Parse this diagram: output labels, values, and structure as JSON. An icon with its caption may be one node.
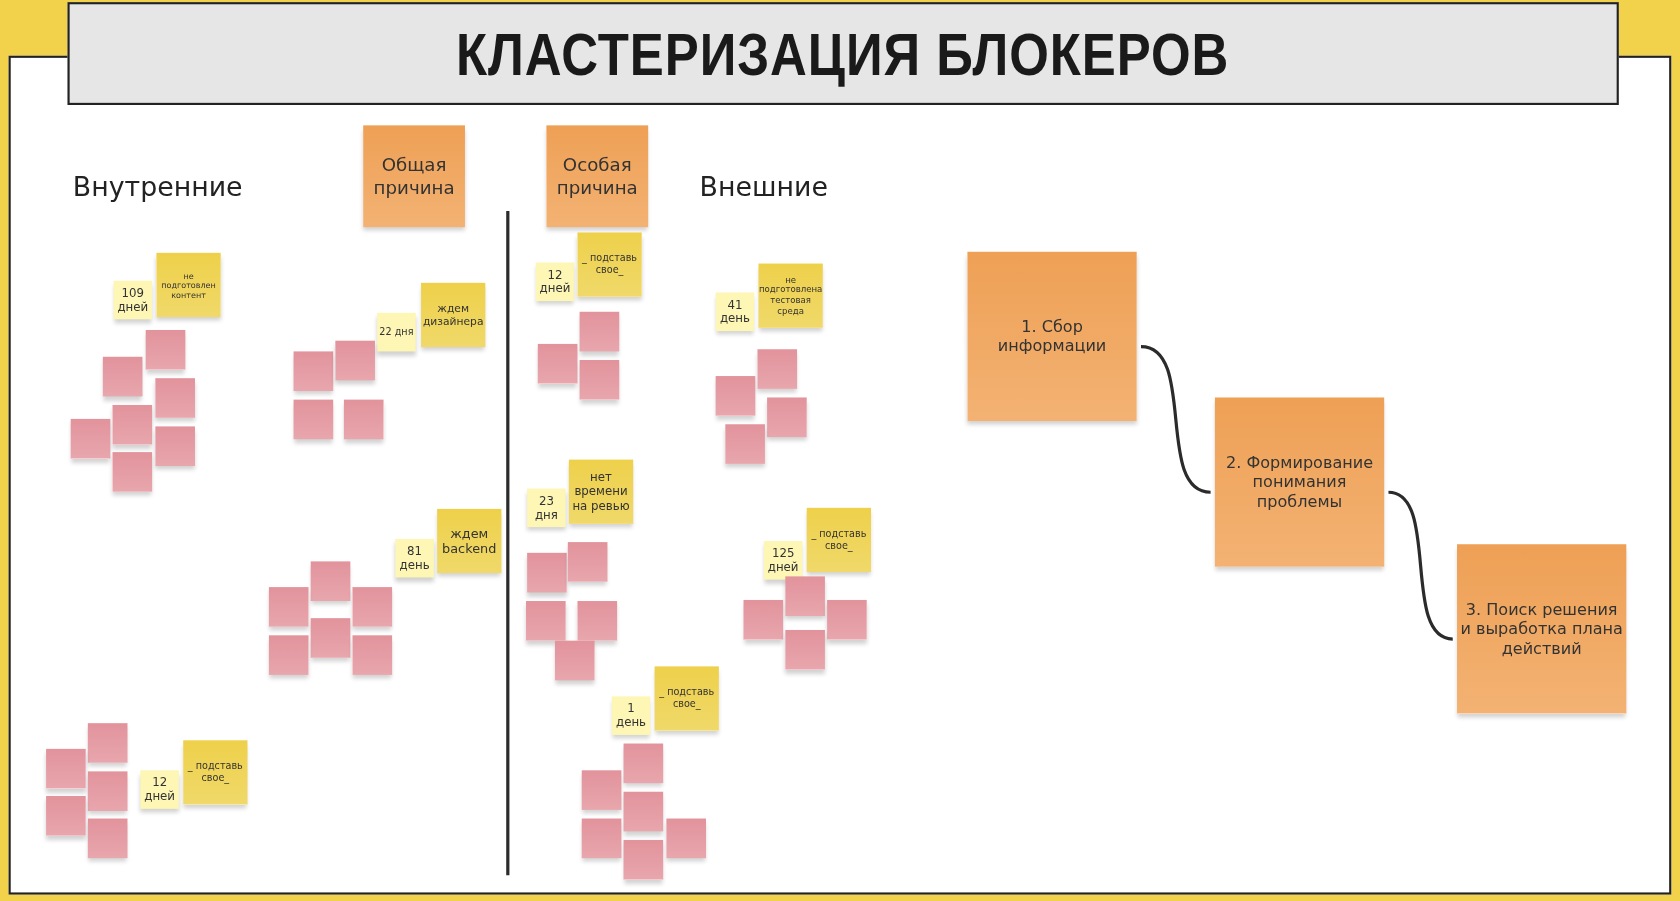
{
  "diagram": {
    "title": "КЛАСТЕРИЗАЦИЯ БЛОКЕРОВ",
    "nodes": [
      {
        "text": [
          "Общая причина"
        ]
      },
      {
        "text": [
          "Особая причина"
        ]
      },
      {
        "text": [
          "109 дней"
        ]
      },
      {
        "text": [
          "не подготовлен контент"
        ]
      },
      {
        "text": [],
        "shape": "box"
      },
      {
        "text": [],
        "shape": "box"
      },
      {
        "text": [],
        "shape": "box"
      },
      {
        "text": [],
        "shape": "box"
      },
      {
        "text": [],
        "shape": "box"
      },
      {
        "text": [],
        "shape": "box"
      },
      {
        "text": [],
        "shape": "box"
      },
      {
        "text": [
          "22 дня"
        ]
      },
      {
        "text": [
          "ждем дизайнера"
        ]
      },
      {
        "text": [],
        "shape": "box"
      },
      {
        "text": [],
        "shape": "box"
      },
      {
        "text": [],
        "shape": "box"
      },
      {
        "text": [],
        "shape": "box"
      },
      {
        "text": [
          "81 день"
        ]
      },
      {
        "text": [
          "ждем backend"
        ]
      },
      {
        "text": [],
        "shape": "box"
      },
      {
        "text": [],
        "shape": "box"
      },
      {
        "text": [],
        "shape": "box"
      },
      {
        "text": [],
        "shape": "box"
      },
      {
        "text": [],
        "shape": "box"
      },
      {
        "text": [],
        "shape": "box"
      },
      {
        "text": [
          "12 дней"
        ]
      },
      {
        "text": [
          "_ подставь свое_"
        ]
      },
      {
        "text": [],
        "shape": "box"
      },
      {
        "text": [],
        "shape": "box"
      },
      {
        "text": [],
        "shape": "box"
      },
      {
        "text": [],
        "shape": "box"
      },
      {
        "text": [],
        "shape": "box"
      },
      {
        "text": [
          "12 дней"
        ]
      },
      {
        "text": [
          "_ подставь свое_"
        ]
      },
      {
        "text": [],
        "shape": "box"
      },
      {
        "text": [],
        "shape": "box"
      },
      {
        "text": [],
        "shape": "box"
      },
      {
        "text": [
          "41 день"
        ]
      },
      {
        "text": [
          "не подготовлена тестовая среда"
        ]
      },
      {
        "text": [],
        "shape": "box"
      },
      {
        "text": [],
        "shape": "box"
      },
      {
        "text": [],
        "shape": "box"
      },
      {
        "text": [],
        "shape": "box"
      },
      {
        "text": [
          "23 дня"
        ]
      },
      {
        "text": [
          "нет времени на ревью"
        ]
      },
      {
        "text": [],
        "shape": "box"
      },
      {
        "text": [],
        "shape": "box"
      },
      {
        "text": [],
        "shape": "box"
      },
      {
        "text": [],
        "shape": "box"
      },
      {
        "text": [],
        "shape": "box"
      },
      {
        "text": [
          "125 дней"
        ]
      },
      {
        "text": [
          "_ подставь свое_"
        ]
      },
      {
        "text": [],
        "shape": "box"
      },
      {
        "text": [],
        "shape": "box"
      },
      {
        "text": [],
        "shape": "box"
      },
      {
        "text": [],
        "shape": "box"
      },
      {
        "text": [
          "1 день"
        ]
      },
      {
        "text": [
          "_ подставь свое_"
        ]
      },
      {
        "text": [],
        "shape": "box"
      },
      {
        "text": [],
        "shape": "box"
      },
      {
        "text": [],
        "shape": "box"
      },
      {
        "text": [],
        "shape": "box"
      },
      {
        "text": [],
        "shape": "box"
      },
      {
        "text": [],
        "shape": "box"
      },
      {
        "text": [
          "1. Сбор информации"
        ]
      },
      {
        "text": [
          "2. Формирование понимания проблемы"
        ]
      },
      {
        "text": [
          "3. Поиск решения и выработка плана действий"
        ]
      }
    ],
    "edges": [
      {
        "from": 64,
        "to": 65,
        "arrow": "none"
      },
      {
        "from": 65,
        "to": 66,
        "arrow": "none"
      }
    ],
    "labels": [
      "Внутренние",
      "Внешние"
    ]
  }
}
